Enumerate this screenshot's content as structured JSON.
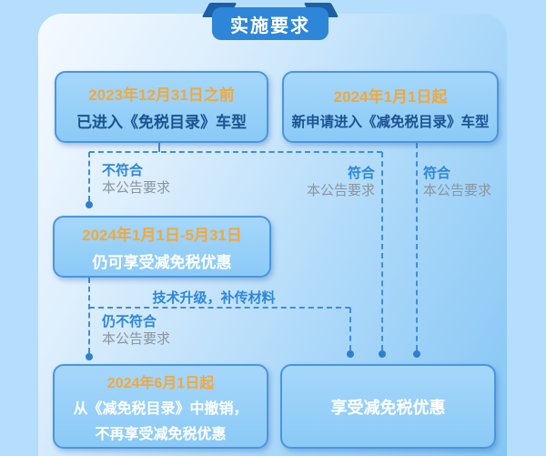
{
  "banner": {
    "title": "实施要求"
  },
  "flow": {
    "box_entered_before": {
      "date": "2023年12月31日之前",
      "desc": "已进入《免税目录》车型"
    },
    "box_new_after": {
      "date": "2024年1月1日起",
      "desc": "新申请进入《减免税目录》车型"
    },
    "box_transition": {
      "date": "2024年1月1日-5月31日",
      "desc": "仍可享受减免税优惠"
    },
    "box_removed": {
      "date": "2024年6月1日起",
      "desc1": "从《减免税目录》中撤销，",
      "desc2": "不再享受减免税优惠"
    },
    "box_enjoy": {
      "desc": "享受减免税优惠"
    }
  },
  "edge_labels": {
    "not_conform": {
      "bold": "不符合",
      "normal": "本公告要求"
    },
    "conform_left": {
      "bold": "符合",
      "normal": "本公告要求"
    },
    "conform_right": {
      "bold": "符合",
      "normal": "本公告要求"
    },
    "tech_upgrade": "技术升级，补传材料",
    "still_not_conform": {
      "bold": "仍不符合",
      "normal": "本公告要求"
    }
  },
  "colors": {
    "page_bg": "#b4defb",
    "card_gradient_start": "#f5faff",
    "card_gradient_end": "#85c6f5",
    "banner_bg": "#2e86d9",
    "banner_fold": "#1d5fa6",
    "box_border": "#4a95e0",
    "box_fill": "#8bcaf7",
    "date_text": "#f3a83a",
    "navy_text": "#1b5390",
    "white_text": "#ffffff",
    "label_blue": "#2d87dc",
    "label_gray": "#8b959e",
    "dash_line": "#3f8edd"
  }
}
